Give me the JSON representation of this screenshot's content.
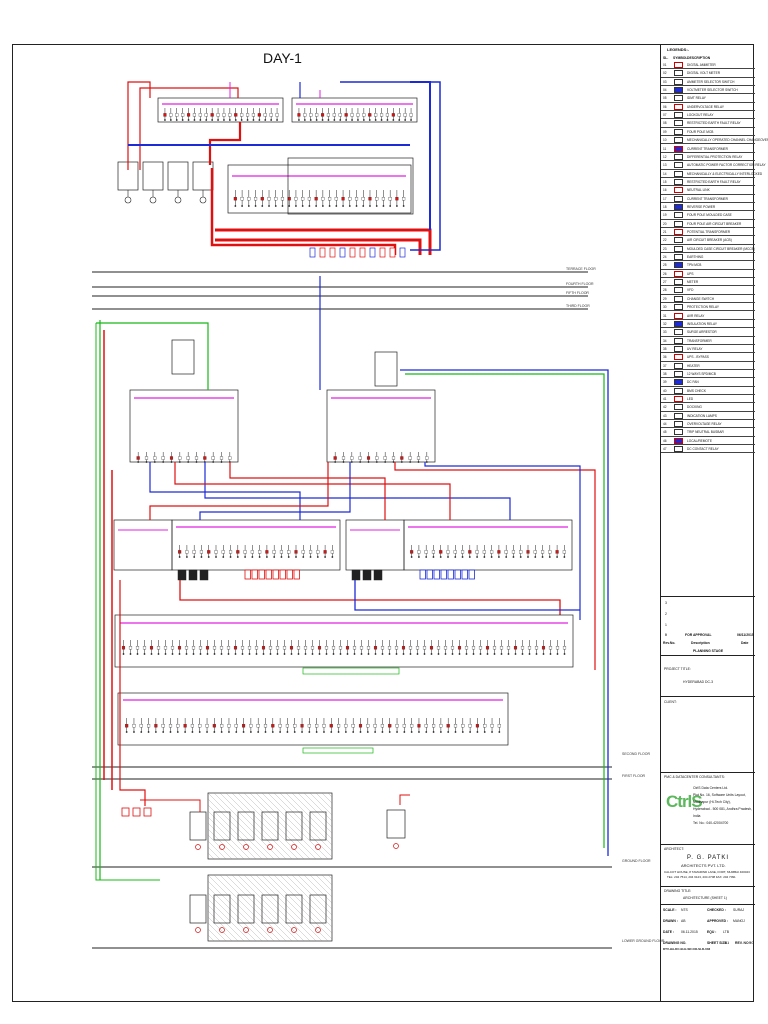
{
  "title": "DAY-1",
  "floor_labels": [
    "TERRACE FLOOR",
    "FOURTH FLOOR",
    "FIFTH FLOOR",
    "THIRD FLOOR",
    "SECOND FLOOR",
    "FIRST FLOOR",
    "GROUND FLOOR",
    "LOWER GROUND FLOOR"
  ],
  "legend": {
    "heading": "LEGENDS:-",
    "col_sl": "SL.",
    "col_sym": "SYMBOL",
    "col_desc": "DESCRIPTION",
    "items": [
      "DIGITAL AMMETER",
      "DIGITAL VOLT METER",
      "AMMETER SELECTOR SWITCH",
      "VOLTMETER SELECTOR SWITCH",
      "IDMT RELAY",
      "UNDERVOLTAGE RELAY",
      "LOCKOUT RELAY",
      "RESTRICTED EARTH FAULT RELAY",
      "FOUR POLE MCB",
      "MECHANICALLY OPERATED CHANNEL CHANGEOVER",
      "CURRENT TRANSFORMER",
      "DIFFERENTIAL PROTECTION RELAY",
      "AUTOMATIC POWER FACTOR CORRECTION RELAY",
      "MECHANICALLY & ELECTRICALLY INTERLOCKED",
      "RESTRICTED EARTH FAULT RELAY",
      "NEUTRAL LINK",
      "CURRENT TRANSFORMER",
      "REVERSE POWER",
      "FOUR POLE MOULDED CASE",
      "FOUR POLE AIR CIRCUIT BREAKER",
      "POTENTIAL TRANSFORMER",
      "AIR CIRCUIT BREAKER (ACB)",
      "MOULDED CASE CIRCUIT BREAKER (MCCB)",
      "EARTHING",
      "TPN MCB",
      "UPS",
      "METER",
      "VFD",
      "CHANGE SWITCH",
      "PROTECTION RELAY",
      "AVR RELAY",
      "INSULATION RELAY",
      "SURGE ARRESTOR",
      "TRANSFORMER",
      "UV RELAY",
      "UPS - BYPASS",
      "HEATER",
      "12 WAYS SPD/MCB",
      "DC FAN",
      "BMS CHECK",
      "LED",
      "DOCKING",
      "INDICATION LAMPS",
      "OVERVOLTAGE RELAY",
      "TRIP NEUTRAL BUSBAR",
      "LOCAL/REMOTE",
      "DC CONTACT RELAY"
    ]
  },
  "revisions": {
    "rows": [
      "3",
      "2",
      "1"
    ],
    "rev_a": "FOR APPROVAL",
    "rev_a_date": "06/11/2015",
    "col_rev": "Rev.No.",
    "col_desc": "Description",
    "col_date": "Date",
    "status": "PLANNING STAGE"
  },
  "title_block": {
    "project_label": "PROJECT TITLE:",
    "project_name": "HYDERABAD DC-3",
    "client_label": "CLIENT:",
    "consultant_label": "PMC & DATACENTER CONSULTANTS:",
    "consultant_logo": "CtrlS",
    "consultant_lines": [
      "CtrlS Data Centers Ltd.",
      "Plot No. 16, Software Units Layout,",
      "Madhapur (Hi-Tech City),",
      "Hyderabad - 500 081, Andhra Pradesh,",
      "India",
      "Tel. No.: 040-42004700"
    ],
    "architect_label": "ARCHITECT:",
    "architect_name": "P. G. PATKI",
    "architect_sub": "ARCHITECTS PVT. LTD.",
    "architect_addr": "CALCOT HOUSE, 8 TAMARIND LANE, FORT, MUMBAI 400023",
    "architect_tel": "TEL: 204 7514, 204 6123, 204 2708  FAX: 204 7091",
    "drawing_label": "DRAWING TITLE:",
    "drawing_name": "ARCHITECTURE (SHEET 1)",
    "scale_label": "SCALE :",
    "scale_value": "NTS",
    "checked_label": "CHECKED :",
    "checked_value": "SURAJ",
    "drawn_label": "DRAWN :",
    "drawn_value": "AB",
    "approved_label": "APPROVED :",
    "approved_value": "MANOJ",
    "date_label": "DATE :",
    "date_value": "06.11.2015",
    "equ_label": "EQU :",
    "equ_value": "LTB",
    "drawing_no_label": "DRAWING NO.",
    "drawing_no": "DTV-HA-DC-ELE-SR-OO-SLD-003",
    "sheet_label": "SHEET SIZE :",
    "sheet_value": "A1",
    "rev_label": "REV. NO :",
    "rev_value": "R0"
  }
}
